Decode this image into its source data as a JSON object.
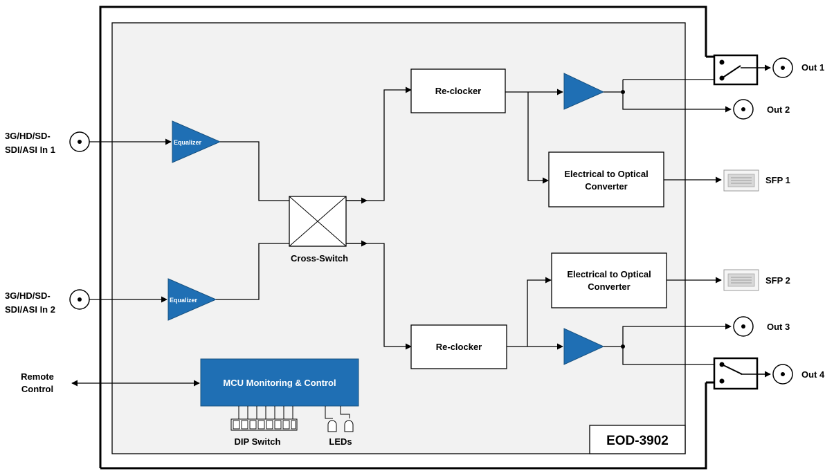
{
  "inputs": {
    "in1": [
      "3G/HD/SD-",
      "SDI/ASI In 1"
    ],
    "in2": [
      "3G/HD/SD-",
      "SDI/ASI In 2"
    ],
    "remote": [
      "Remote",
      "Control"
    ]
  },
  "blocks": {
    "equalizer": "Equalizer",
    "cross_switch": "Cross-Switch",
    "reclocker": "Re-clocker",
    "eo_converter": [
      "Electrical to Optical",
      "Converter"
    ],
    "mcu": "MCU Monitoring & Control",
    "dip_switch": "DIP Switch",
    "leds": "LEDs"
  },
  "outputs": {
    "out1": "Out 1",
    "out2": "Out 2",
    "out3": "Out 3",
    "out4": "Out 4",
    "sfp1": "SFP 1",
    "sfp2": "SFP 2"
  },
  "model": "EOD-3902",
  "colors": {
    "accent_blue": "#1f6fb4",
    "board_fill": "#f2f2f2",
    "line": "#000000"
  }
}
